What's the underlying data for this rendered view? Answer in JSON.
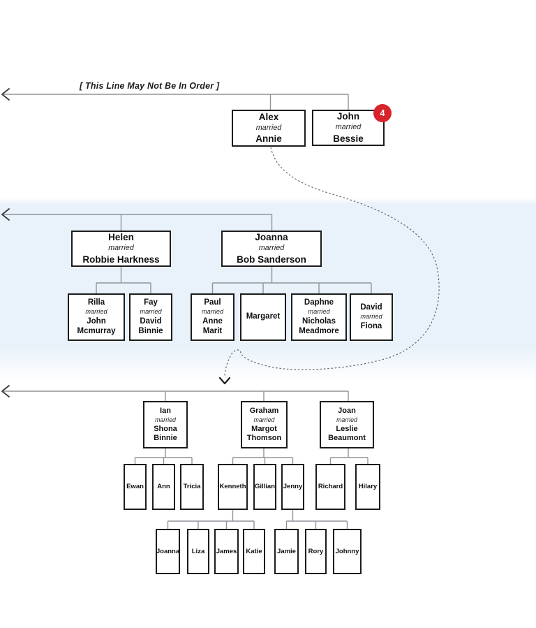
{
  "annotation": {
    "note": "[ This Line May Not Be In Order ]"
  },
  "labels": {
    "married": "married"
  },
  "colors": {
    "band_blue": "#e9f2fa",
    "badge_red": "#d7232b",
    "connector_gray": "#8f9499",
    "box_border": "#1c1c1c"
  },
  "people": [
    {
      "id": "alex",
      "name": "Alex",
      "spouse": "Annie"
    },
    {
      "id": "john",
      "name": "John",
      "spouse": "Bessie",
      "badge": "4"
    },
    {
      "id": "helen",
      "name": "Helen",
      "spouse": "Robbie Harkness"
    },
    {
      "id": "joanna_sr",
      "name": "Joanna",
      "spouse": "Bob Sanderson"
    },
    {
      "id": "rilla",
      "name": "Rilla",
      "spouse": "John Mcmurray"
    },
    {
      "id": "fay",
      "name": "Fay",
      "spouse": "David Binnie"
    },
    {
      "id": "paul",
      "name": "Paul",
      "spouse": "Anne Marit"
    },
    {
      "id": "margaret",
      "name": "Margaret"
    },
    {
      "id": "daphne",
      "name": "Daphne",
      "spouse": "Nicholas Meadmore"
    },
    {
      "id": "david",
      "name": "David",
      "spouse": "Fiona"
    },
    {
      "id": "ian",
      "name": "Ian",
      "spouse": "Shona Binnie"
    },
    {
      "id": "graham",
      "name": "Graham",
      "spouse": "Margot Thomson"
    },
    {
      "id": "joan",
      "name": "Joan",
      "spouse": "Leslie Beaumont"
    },
    {
      "id": "ewan",
      "name": "Ewan"
    },
    {
      "id": "ann",
      "name": "Ann"
    },
    {
      "id": "tricia",
      "name": "Tricia"
    },
    {
      "id": "kenneth",
      "name": "Kenneth"
    },
    {
      "id": "gillian",
      "name": "Gillian"
    },
    {
      "id": "jenny",
      "name": "Jenny"
    },
    {
      "id": "richard",
      "name": "Richard"
    },
    {
      "id": "hilary",
      "name": "Hilary"
    },
    {
      "id": "joanna_jr",
      "name": "Joanna"
    },
    {
      "id": "liza",
      "name": "Liza"
    },
    {
      "id": "james",
      "name": "James"
    },
    {
      "id": "katie",
      "name": "Katie"
    },
    {
      "id": "jamie",
      "name": "Jamie"
    },
    {
      "id": "rory",
      "name": "Rory"
    },
    {
      "id": "johnny",
      "name": "Johnny"
    }
  ]
}
